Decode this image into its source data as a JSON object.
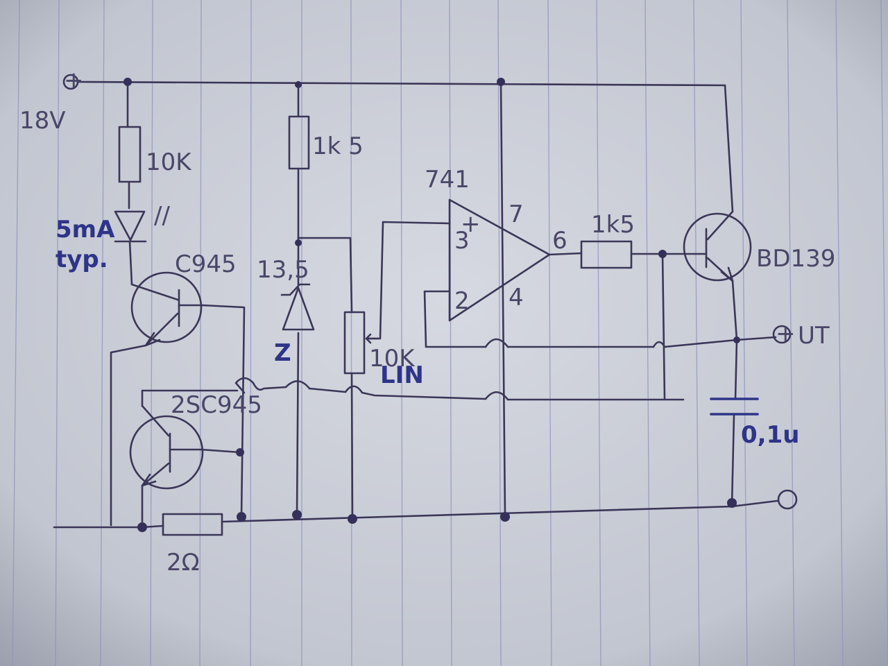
{
  "colors": {
    "paper": "#c9cdd6",
    "ruled_line": "#8f93c0",
    "pencil": "#3b3658",
    "blue_ink": "#2e3487"
  },
  "labels": {
    "supply_plus": "+",
    "supply_voltage": "18V",
    "r_10k": "10K",
    "led_rays": "//",
    "led_current_1": "5mA",
    "led_current_2": "typ.",
    "q1": "C945",
    "q2": "2SC945",
    "r_shunt": "2Ω",
    "r_1k5_a": "1k 5",
    "zener_value": "13,5",
    "zener_tag": "Z",
    "pot_value": "10K",
    "pot_type": "LIN",
    "opamp": "741",
    "pin3": "3",
    "pin_plus": "+",
    "pin2": "2",
    "pin7": "7",
    "pin6": "6",
    "pin4": "4",
    "r_1k5_b": "1k5",
    "q3": "BD139",
    "out_plus": "+",
    "out_label": "UT",
    "cap_value": "0,1u"
  }
}
